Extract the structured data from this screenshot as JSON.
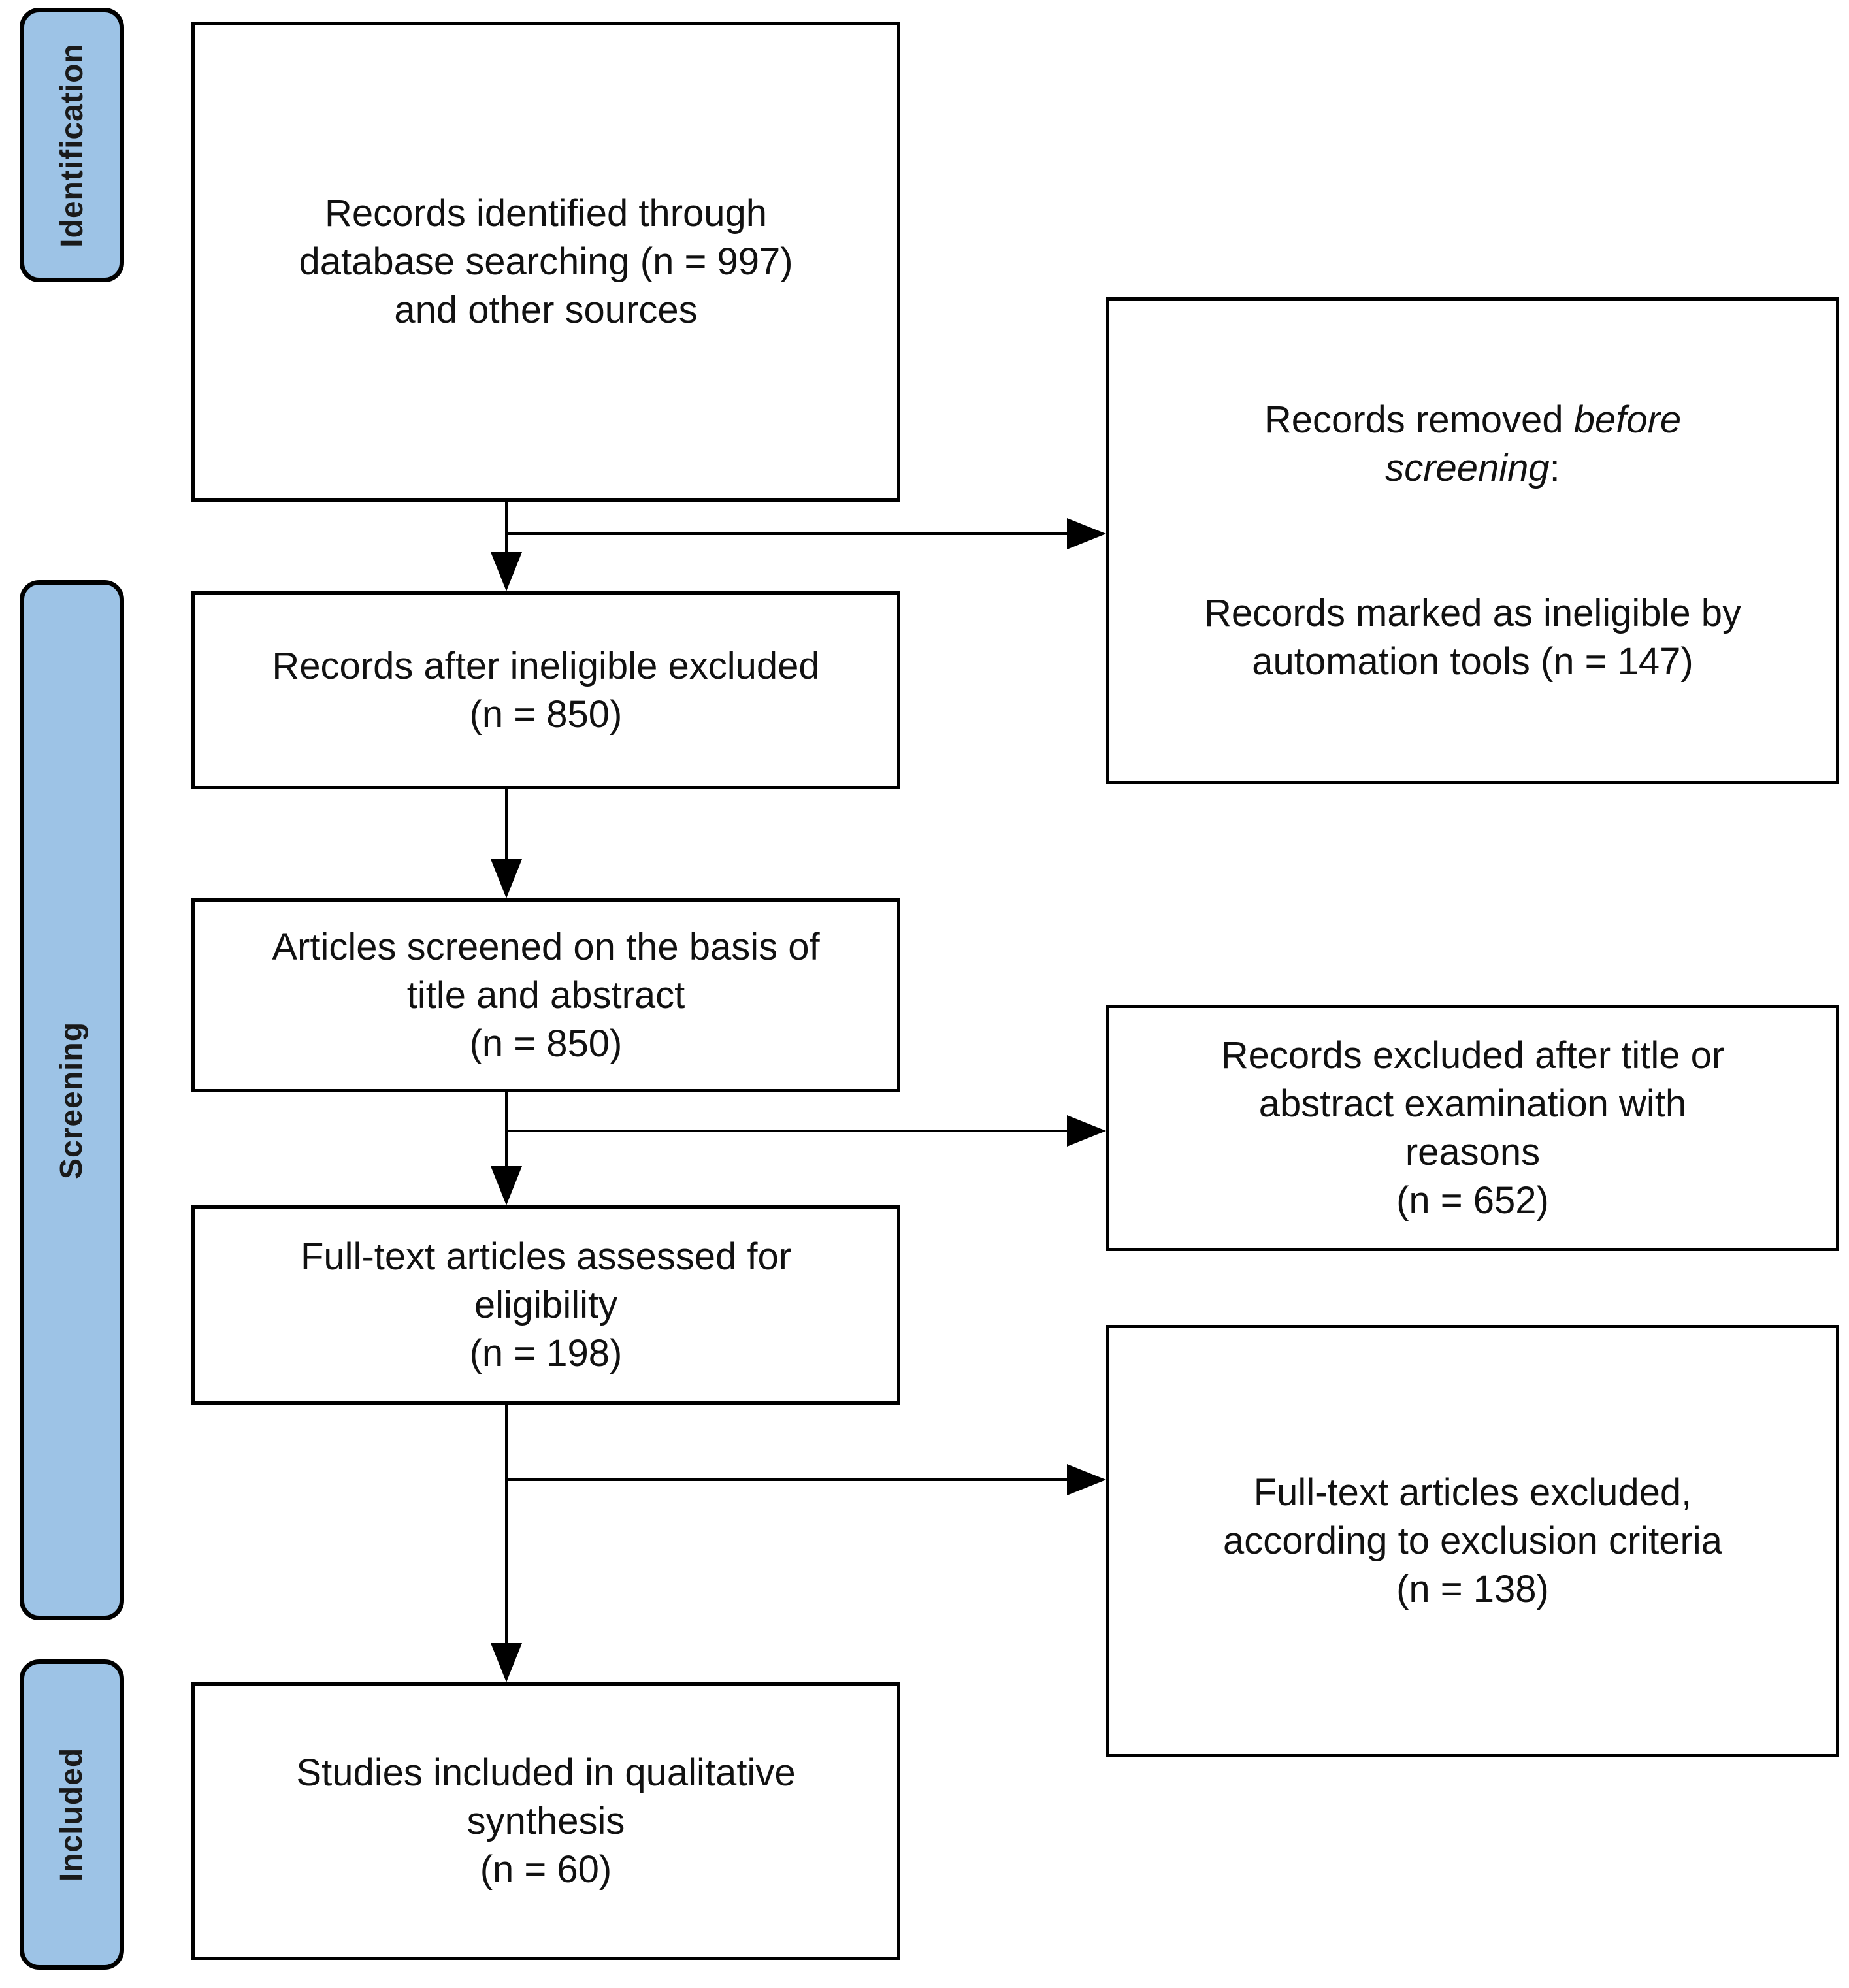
{
  "stage_labels": [
    {
      "id": "identification",
      "label": "Identification"
    },
    {
      "id": "screening",
      "label": "Screening"
    },
    {
      "id": "included",
      "label": "Included"
    }
  ],
  "main_boxes": [
    {
      "id": "records-identified",
      "text": "Records identified through\ndatabase searching (n = 997)\nand other sources",
      "n": 997
    },
    {
      "id": "records-after-ineligible-excluded",
      "text": "Records after ineligible excluded\n(n = 850)",
      "n": 850
    },
    {
      "id": "articles-screened",
      "text": "Articles screened on the basis of\ntitle and abstract\n(n = 850)",
      "n": 850
    },
    {
      "id": "fulltext-assessed",
      "text": "Full-text articles assessed for\neligibility\n(n = 198)",
      "n": 198
    },
    {
      "id": "studies-included",
      "text": "Studies included in qualitative\nsynthesis\n(n = 60)",
      "n": 60
    }
  ],
  "side_boxes": [
    {
      "id": "records-removed-before-screening",
      "line1_normal": "Records removed ",
      "line1_italic": "before\nscreening",
      "line1_suffix": ":",
      "line2": "Records marked as ineligible by\nautomation tools (n = 147)",
      "n": 147
    },
    {
      "id": "records-excluded-title-abstract",
      "text": "Records excluded after title or\nabstract examination with\nreasons\n(n = 652)",
      "n": 652
    },
    {
      "id": "fulltext-excluded",
      "text": "Full-text articles excluded,\naccording to exclusion criteria\n(n = 138)",
      "n": 138
    }
  ],
  "colors": {
    "stage_fill": "#9DC3E6",
    "box_fill": "#FFFFFF",
    "border": "#000000",
    "arrow": "#000000"
  }
}
